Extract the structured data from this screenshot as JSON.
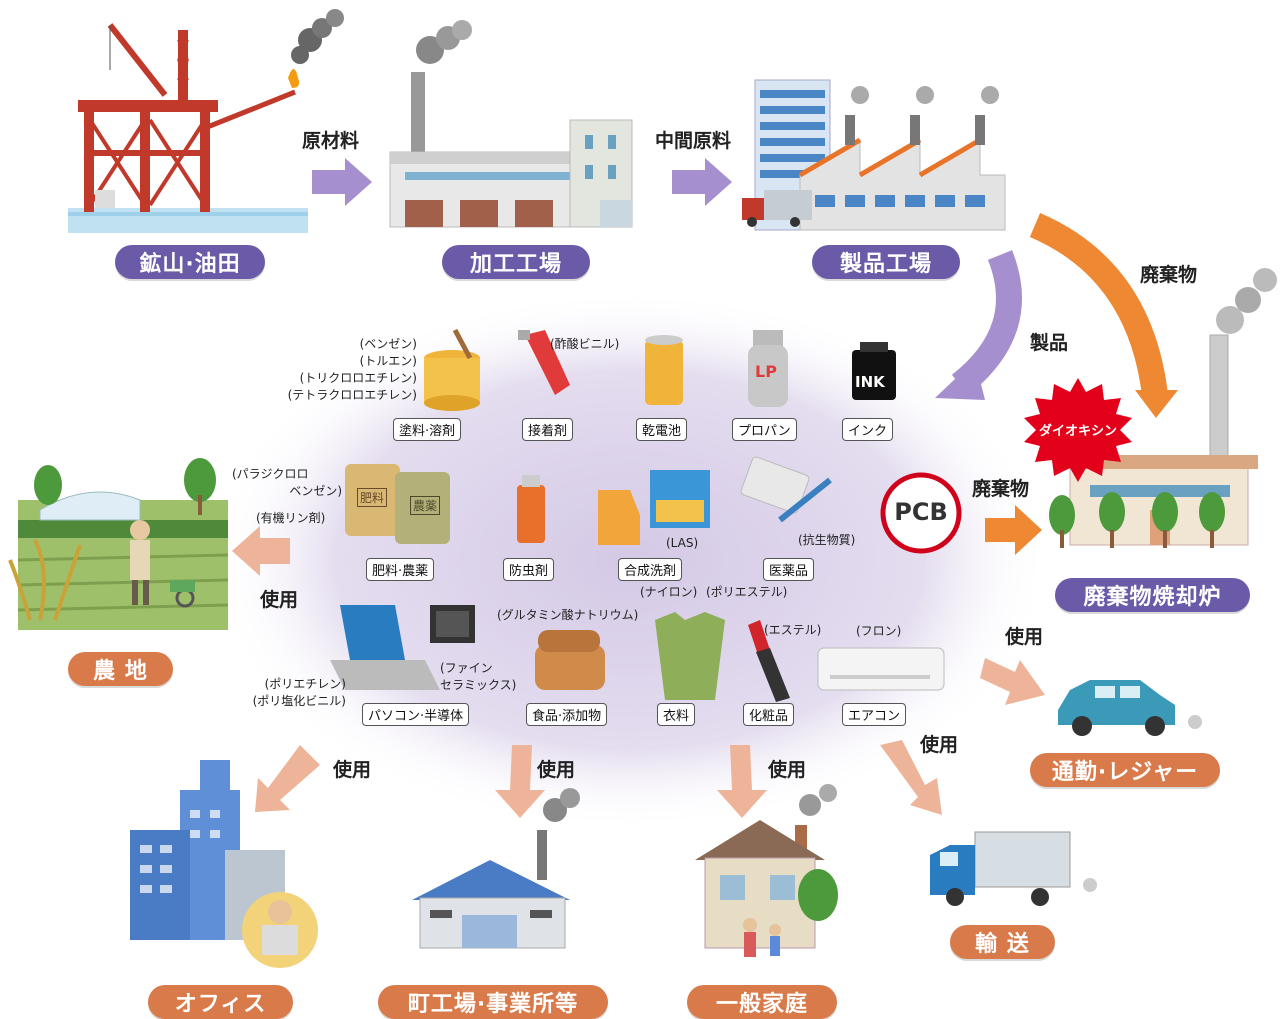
{
  "stages": {
    "mine": "鉱山·油田",
    "processing": "加工工場",
    "product_factory": "製品工場",
    "incinerator": "廃棄物焼却炉",
    "farm": "農 地",
    "commute": "通勤·レジャー",
    "office": "オフィス",
    "small_factory": "町工場·事業所等",
    "household": "一般家庭",
    "transport": "輸 送"
  },
  "flows": {
    "raw_material": "原材料",
    "intermediate": "中間原料",
    "waste_top": "廃棄物",
    "product": "製品",
    "waste_pcb": "廃棄物",
    "use_farm": "使用",
    "use_car": "使用",
    "use_office": "使用",
    "use_factory": "使用",
    "use_home": "使用",
    "use_transport": "使用"
  },
  "dioxin": "ダイオキシン",
  "pcb": "PCB",
  "products": {
    "paint": "塗料·溶剤",
    "adhesive": "接着剤",
    "battery": "乾電池",
    "propane": "プロパン",
    "ink": "インク",
    "fertilizer": "肥料·農薬",
    "insecticide": "防虫剤",
    "detergent": "合成洗剤",
    "medicine": "医薬品",
    "pc": "パソコン·半導体",
    "food": "食品·添加物",
    "clothing": "衣料",
    "cosmetics": "化粧品",
    "aircon": "エアコン"
  },
  "notes": {
    "paint_chem": [
      "(ベンゼン)",
      "(トルエン)",
      "(トリクロロエチレン)",
      "(テトラクロロエチレン)"
    ],
    "adhesive_chem": "(酢酸ビニル)",
    "fert_chem1": [
      "(パラジクロロ",
      "ベンゼン)"
    ],
    "fert_chem2": "(有機リン剤)",
    "las": "(LAS)",
    "nylon": "(ナイロン)",
    "polyester": "(ポリエステル)",
    "antibiotic": "(抗生物質)",
    "glutamate": "(グルタミン酸ナトリウム)",
    "fine_ceramics": [
      "(ファイン",
      "セラミックス)"
    ],
    "pc_chem": [
      "(ポリエチレン)",
      "(ポリ塩化ビニル)"
    ],
    "ester": "(エステル)",
    "freon": "(フロン)"
  },
  "icon_text": {
    "lp": "LP",
    "ink": "INK",
    "fert_bag1": "肥料",
    "fert_bag2": "農薬"
  },
  "colors": {
    "purple_pill": "#6a5aa8",
    "orange_pill": "#d97a4a",
    "purple_arrow": "#a58fce",
    "orange_arrow": "#ee8833",
    "salmon_arrow": "#eeb49a",
    "halo": "#d8cfe8"
  }
}
